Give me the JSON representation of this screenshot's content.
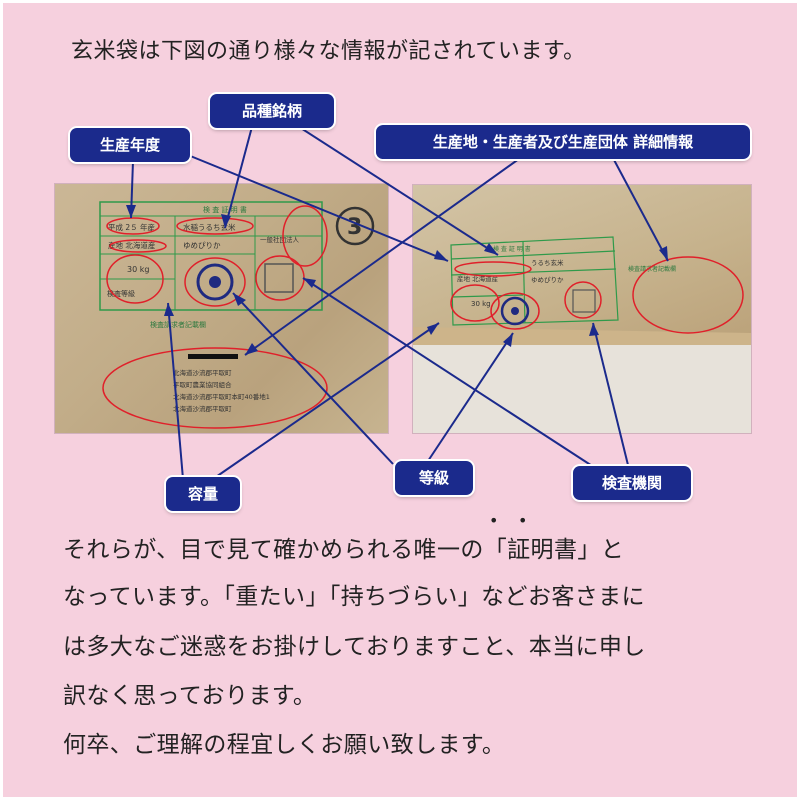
{
  "intro": "玄米袋は下図の通り様々な情報が記されています。",
  "callouts": {
    "variety": "品種銘柄",
    "year": "生産年度",
    "origin": "生産地・生産者及び生産団体 詳細情報",
    "capacity": "容量",
    "grade": "等級",
    "inspector": "検査機関"
  },
  "left_photo": {
    "header": "検 査 証 明 書",
    "year_cell": "平成 2５ 年産",
    "variety_cell": "水稲うるち玄米",
    "origin_cell": "産地 北海道産",
    "brand_cell": "ゆめぴりか",
    "weight_cell": "30 kg",
    "grade_cell": "検査等級",
    "group_cell": "一般社団法人",
    "record_header": "検査請求者記載欄",
    "row1": "北海道沙流郡平取町",
    "row2": "平取町農業協同組合",
    "row3": "北海道沙流郡平取町本町40番地1",
    "row4": "北海道沙流郡平取町",
    "badge": "3"
  },
  "right_photo": {
    "header": "検 査 証 明 書",
    "variety_cell": "うるち玄米",
    "origin_cell": "産地 北海道産",
    "brand_cell": "ゆめぴりか",
    "weight_cell": "30 kg",
    "record_header": "検査請求者記載欄"
  },
  "body": {
    "line1": "それらが、目で見て確かめられる唯一の「証明書」と",
    "line2": "なっています。「重たい」「持ちづらい」などお客さまに",
    "line3": "は多大なご迷惑をお掛けしておりますこと、本当に申し",
    "line4": "訳なく思っております。",
    "line5": "何卒、ご理解の程宜しくお願い致します。"
  },
  "colors": {
    "background": "#f6d0de",
    "callout": "#1b2a8c",
    "marker": "#e0202a",
    "stamp": "#2f9a4a"
  }
}
